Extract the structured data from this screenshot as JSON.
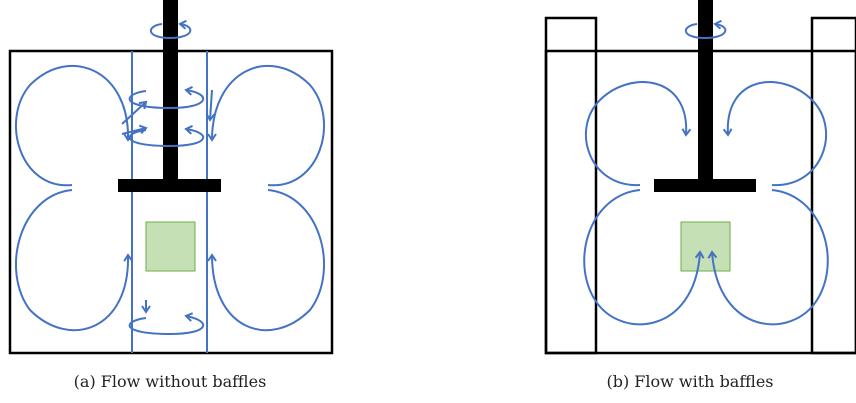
{
  "colors": {
    "tank": "#000000",
    "flow": "#4472C4",
    "block_fill": "#C5E0B4",
    "block_stroke": "#70AD47"
  },
  "panels": [
    {
      "id": "a",
      "caption": "(a) Flow without baffles",
      "baffles": false
    },
    {
      "id": "b",
      "caption": "(b) Flow with baffles",
      "baffles": true
    }
  ]
}
